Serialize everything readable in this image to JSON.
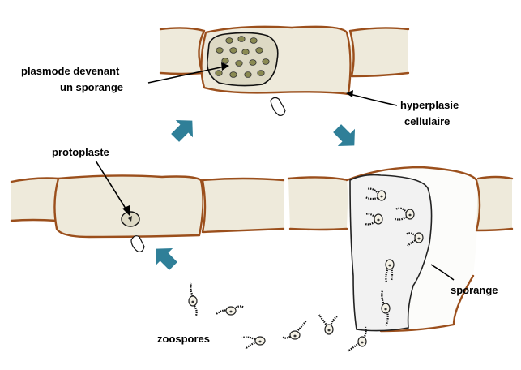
{
  "labels": {
    "plasmode_line1": "plasmode devenant",
    "plasmode_line2": "un sporange",
    "hyperplasie_line1": "hyperplasie",
    "hyperplasie_line2": "cellulaire",
    "protoplaste": "protoplaste",
    "sporange": "sporange",
    "zoospores": "zoospores"
  },
  "colors": {
    "cell_fill": "#eeeadb",
    "cell_wall": "#9b4f1c",
    "arrow": "#2f7f98",
    "cyst_dots": "#8a8a52",
    "sporangium_fill": "#f2f2f2"
  },
  "icons": {
    "cycle_arrow": "teal-block-arrow-icon",
    "zoospore": "biflagellate-zoospore-icon"
  }
}
